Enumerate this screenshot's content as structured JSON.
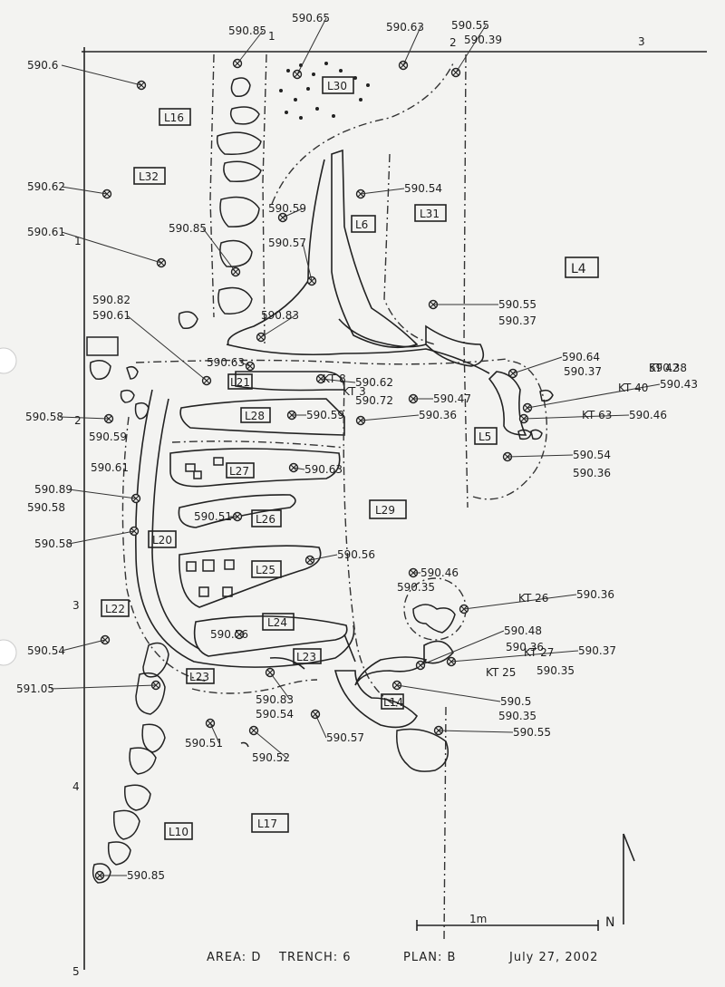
{
  "footer": {
    "area": "AREA: D",
    "trench": "TRENCH: 6",
    "plan": "PLAN: B",
    "date": "July 27, 2002"
  },
  "scale_label": "1m",
  "north_label": "N",
  "grid_labels": [
    "1",
    "2",
    "3",
    "1",
    "2",
    "3",
    "4",
    "5"
  ],
  "loci": [
    "L30",
    "L16",
    "L32",
    "L6",
    "L31",
    "L4",
    "L21",
    "L28",
    "L5",
    "L27",
    "L26",
    "L29",
    "L20",
    "L25",
    "L22",
    "L24",
    "L23",
    "L23",
    "L14",
    "L17",
    "L10"
  ],
  "elevations": [
    "590.85",
    "590.65",
    "590.63",
    "590.55",
    "590.39",
    "590.6",
    "590.62",
    "590.59",
    "590.54",
    "590.61",
    "590.85",
    "590.57",
    "590.82",
    "590.61",
    "590.83",
    "590.55",
    "590.37",
    "590.63",
    "590.64",
    "590.37",
    "590.38",
    "590.43",
    "590.62",
    "590.72",
    "590.47",
    "590.36",
    "590.46",
    "590.58",
    "590.59",
    "590.59",
    "590.54",
    "590.36",
    "590.61",
    "590.63",
    "590.89",
    "590.58",
    "590.51",
    "590.58",
    "590.56",
    "590.46",
    "590.35",
    "590.36",
    "590.54",
    "590.56",
    "590.48",
    "590.36",
    "590.37",
    "590.35",
    "591.05",
    "590.83",
    "590.54",
    "590.5",
    "590.35",
    "590.51",
    "590.52",
    "590.57",
    "590.55",
    "590.85"
  ],
  "kt_labels": [
    "KT 42",
    "KT 40",
    "KT 8",
    "KT 3",
    "KT 63",
    "KT 26",
    "KT 27",
    "KT 25"
  ]
}
